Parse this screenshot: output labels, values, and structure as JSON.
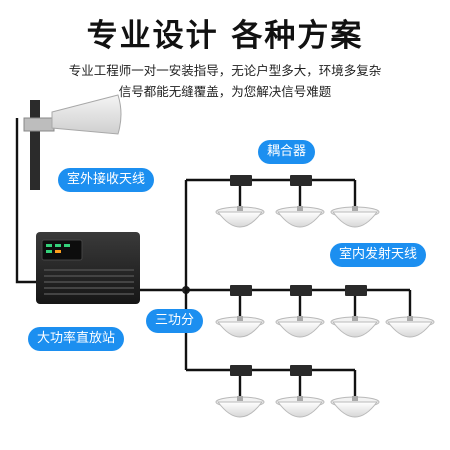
{
  "title": "专业设计 各种方案",
  "subtitle_line1": "专业工程师一对一安装指导，无论户型多大，环境多复杂",
  "subtitle_line2": "信号都能无缝覆盖，为您解决信号难题",
  "labels": {
    "coupler": "耦合器",
    "outdoor_antenna": "室外接收天线",
    "indoor_antenna": "室内发射天线",
    "splitter": "三功分",
    "repeater": "大功率直放站"
  },
  "colors": {
    "accent": "#1c8ff0",
    "cable": "#111111",
    "antenna_body": "#e9e9e9"
  }
}
